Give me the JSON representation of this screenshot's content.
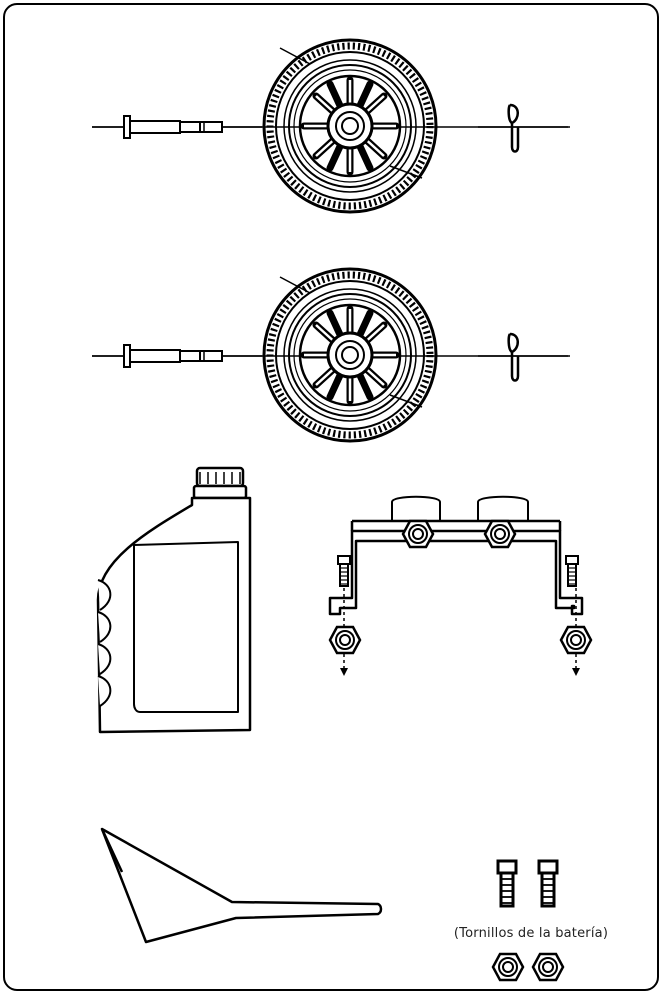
{
  "figure": {
    "caption": "(Tornillos de la batería)",
    "line_color": "#000000",
    "background": "#ffffff"
  },
  "parts": {
    "wheel_assemblies": 2,
    "components": [
      "axle-pin",
      "wheel",
      "hitch-pin-clip",
      "oil-bottle",
      "battery-bracket",
      "funnel",
      "battery-bolts",
      "battery-nuts"
    ]
  }
}
